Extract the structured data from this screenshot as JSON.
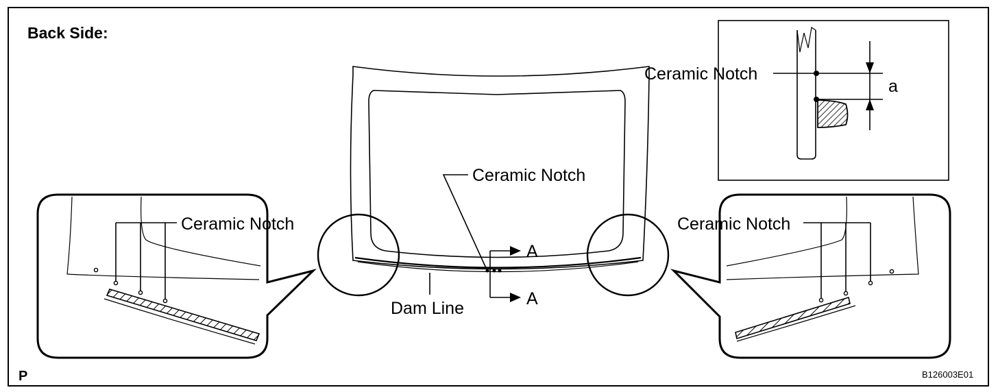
{
  "title": "Back Side:",
  "labels": {
    "ceramic_notch_detail": "Ceramic Notch",
    "ceramic_notch_center": "Ceramic Notch",
    "ceramic_notch_left": "Ceramic Notch",
    "ceramic_notch_right": "Ceramic Notch",
    "dimension_a": "a",
    "section_a_top": "A",
    "section_a_bottom": "A",
    "dam_line": "Dam Line"
  },
  "corner_mark": "P",
  "figure_code": "B126003E01"
}
